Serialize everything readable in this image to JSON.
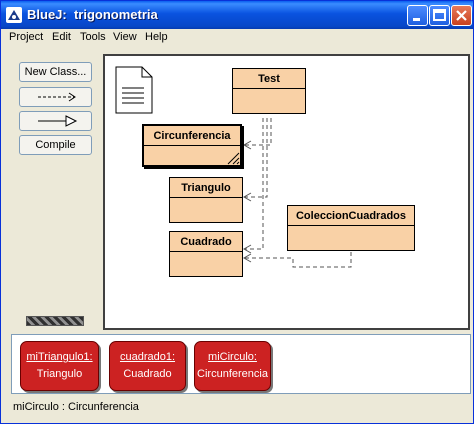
{
  "window": {
    "title": "BlueJ:  trigonometria"
  },
  "menu": [
    "Project",
    "Edit",
    "Tools",
    "View",
    "Help"
  ],
  "tools": {
    "new_class": "New Class...",
    "compile": "Compile"
  },
  "diagram": {
    "classes": [
      {
        "name": "Test"
      },
      {
        "name": "Circunferencia"
      },
      {
        "name": "Triangulo"
      },
      {
        "name": "Cuadrado"
      },
      {
        "name": "ColeccionCuadrados"
      }
    ]
  },
  "bench": {
    "objects": [
      {
        "name": "miTriangulo1:",
        "type": "Triangulo"
      },
      {
        "name": "cuadrado1:",
        "type": "Cuadrado"
      },
      {
        "name": "miCirculo:",
        "type": "Circunferencia"
      }
    ]
  },
  "status": "miCirculo : Circunferencia",
  "colors": {
    "class_fill": "#f9d1a6",
    "object_fill": "#cc2222",
    "title_bar": "#0a53e0"
  }
}
